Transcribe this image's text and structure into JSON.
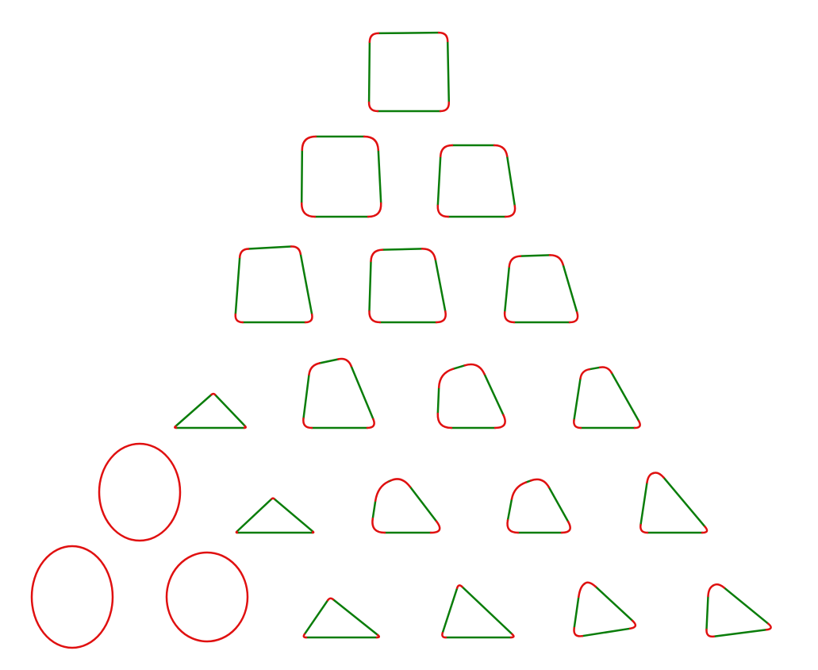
{
  "colors": {
    "edge": "#0a7d0a",
    "corner": "#e01010",
    "background": "#ffffff"
  },
  "shapes": [
    {
      "id": "row1-shape",
      "kind": "polygon",
      "corner_style": "rounded"
    },
    {
      "id": "row2-shape-1",
      "kind": "polygon",
      "corner_style": "rounded"
    },
    {
      "id": "row2-shape-2",
      "kind": "polygon",
      "corner_style": "rounded"
    },
    {
      "id": "row3-shape-1",
      "kind": "polygon",
      "corner_style": "rounded"
    },
    {
      "id": "row3-shape-2",
      "kind": "polygon",
      "corner_style": "rounded"
    },
    {
      "id": "row3-shape-3",
      "kind": "polygon",
      "corner_style": "rounded"
    },
    {
      "id": "row4-triangle",
      "kind": "polygon",
      "corner_style": "sharp"
    },
    {
      "id": "row4-shape-2",
      "kind": "polygon",
      "corner_style": "rounded"
    },
    {
      "id": "row4-shape-3",
      "kind": "polygon",
      "corner_style": "rounded"
    },
    {
      "id": "row4-shape-4",
      "kind": "polygon",
      "corner_style": "rounded"
    },
    {
      "id": "row5-ellipse",
      "kind": "ellipse"
    },
    {
      "id": "row5-triangle",
      "kind": "polygon",
      "corner_style": "sharp"
    },
    {
      "id": "row5-shape-3",
      "kind": "polygon",
      "corner_style": "rounded"
    },
    {
      "id": "row5-shape-4",
      "kind": "polygon",
      "corner_style": "rounded"
    },
    {
      "id": "row5-shape-5",
      "kind": "polygon",
      "corner_style": "rounded"
    },
    {
      "id": "row6-ellipse-1",
      "kind": "ellipse"
    },
    {
      "id": "row6-ellipse-2",
      "kind": "ellipse"
    },
    {
      "id": "row6-triangle",
      "kind": "polygon",
      "corner_style": "rounded"
    },
    {
      "id": "row6-shape-4",
      "kind": "polygon",
      "corner_style": "rounded"
    },
    {
      "id": "row6-shape-5",
      "kind": "polygon",
      "corner_style": "rounded"
    },
    {
      "id": "row6-shape-6",
      "kind": "polygon",
      "corner_style": "rounded"
    }
  ]
}
